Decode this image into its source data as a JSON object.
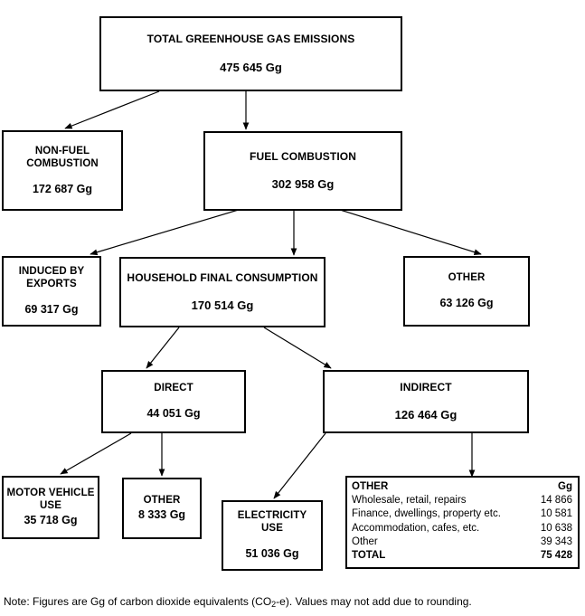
{
  "diagram": {
    "title": "Greenhouse gas emissions flowchart",
    "unit_label": "Gg",
    "nodes": {
      "total": {
        "title": "TOTAL GREENHOUSE GAS EMISSIONS",
        "value": "475 645 Gg"
      },
      "non_fuel": {
        "title": "NON-FUEL\nCOMBUSTION",
        "value": "172 687 Gg"
      },
      "fuel": {
        "title": "FUEL COMBUSTION",
        "value": "302 958 Gg"
      },
      "induced_exports": {
        "title": "INDUCED BY\nEXPORTS",
        "value": "69 317 Gg"
      },
      "household": {
        "title": "HOUSEHOLD FINAL CONSUMPTION",
        "value": "170 514 Gg"
      },
      "other_top": {
        "title": "OTHER",
        "value": "63 126 Gg"
      },
      "direct": {
        "title": "DIRECT",
        "value": "44 051 Gg"
      },
      "indirect": {
        "title": "INDIRECT",
        "value": "126 464 Gg"
      },
      "motor_vehicle": {
        "title": "MOTOR VEHICLE\nUSE",
        "value": "35 718 Gg"
      },
      "other_direct": {
        "title": "OTHER",
        "value": "8 333 Gg"
      },
      "electricity": {
        "title": "ELECTRICITY\nUSE",
        "value": "51 036 Gg"
      }
    },
    "other_detail": {
      "header_label": "OTHER",
      "header_unit": "Gg",
      "rows": [
        {
          "label": "Wholesale, retail, repairs",
          "value": "14 866"
        },
        {
          "label": "Finance, dwellings, property etc.",
          "value": "10 581"
        },
        {
          "label": "Accommodation, cafes, etc.",
          "value": "10 638"
        },
        {
          "label": "Other",
          "value": "39 343"
        }
      ],
      "total_label": "TOTAL",
      "total_value": "75 428"
    },
    "note": {
      "prefix": "Note: Figures are Gg of carbon dioxide equivalents (CO",
      "sub": "2",
      "suffix": "-e). Values may not add due to rounding."
    }
  },
  "chart_data": {
    "type": "diagram",
    "title": "Total greenhouse gas emissions breakdown",
    "unit": "Gg (carbon dioxide equivalents, CO2-e)",
    "nodes": [
      {
        "id": "total",
        "label": "TOTAL GREENHOUSE GAS EMISSIONS",
        "value": 475645
      },
      {
        "id": "non_fuel",
        "label": "NON-FUEL COMBUSTION",
        "value": 172687
      },
      {
        "id": "fuel",
        "label": "FUEL COMBUSTION",
        "value": 302958
      },
      {
        "id": "induced_exports",
        "label": "INDUCED BY EXPORTS",
        "value": 69317
      },
      {
        "id": "household",
        "label": "HOUSEHOLD FINAL CONSUMPTION",
        "value": 170514
      },
      {
        "id": "other_top",
        "label": "OTHER",
        "value": 63126
      },
      {
        "id": "direct",
        "label": "DIRECT",
        "value": 44051
      },
      {
        "id": "indirect",
        "label": "INDIRECT",
        "value": 126464
      },
      {
        "id": "motor_vehicle",
        "label": "MOTOR VEHICLE USE",
        "value": 35718
      },
      {
        "id": "other_direct",
        "label": "OTHER",
        "value": 8333
      },
      {
        "id": "electricity",
        "label": "ELECTRICITY USE",
        "value": 51036
      },
      {
        "id": "other_detail",
        "label": "OTHER (indirect breakdown)",
        "value": 75428
      }
    ],
    "edges": [
      {
        "from": "total",
        "to": "non_fuel"
      },
      {
        "from": "total",
        "to": "fuel"
      },
      {
        "from": "fuel",
        "to": "induced_exports"
      },
      {
        "from": "fuel",
        "to": "household"
      },
      {
        "from": "fuel",
        "to": "other_top"
      },
      {
        "from": "household",
        "to": "direct"
      },
      {
        "from": "household",
        "to": "indirect"
      },
      {
        "from": "direct",
        "to": "motor_vehicle"
      },
      {
        "from": "direct",
        "to": "other_direct"
      },
      {
        "from": "indirect",
        "to": "electricity"
      },
      {
        "from": "indirect",
        "to": "other_detail"
      }
    ],
    "other_detail_breakdown": {
      "categories": [
        "Wholesale, retail, repairs",
        "Finance, dwellings, property etc.",
        "Accommodation, cafes, etc.",
        "Other"
      ],
      "values": [
        14866,
        10581,
        10638,
        39343
      ],
      "total": 75428
    }
  }
}
